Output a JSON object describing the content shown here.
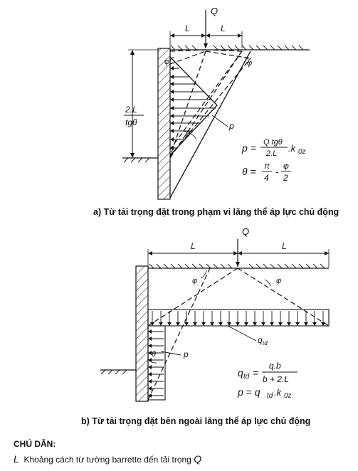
{
  "diagram_a": {
    "load": "Q",
    "dim_left": "L",
    "dim_right": "L",
    "height_num": "2.L",
    "height_den": "tgθ",
    "phi_left": "φ",
    "phi_right": "φ",
    "theta": "θ",
    "p_label": "p",
    "formula_p_lhs": "p =",
    "formula_p_num": "Q.tgθ",
    "formula_p_den": "2.L",
    "formula_p_tail": ".k",
    "formula_p_sub": "0z",
    "formula_theta_lhs": "θ =",
    "formula_theta_num1": "π",
    "formula_theta_den1": "4",
    "formula_theta_mid": "-",
    "formula_theta_num2": "φ",
    "formula_theta_den2": "2",
    "caption": "a) Từ tải trọng đặt trong phạm vi lăng thể áp lực chủ động"
  },
  "diagram_b": {
    "load": "Q",
    "dim_left": "L",
    "dim_right": "L",
    "phi_left": "φ",
    "phi_right": "φ",
    "theta": "θ",
    "p_label": "p",
    "qtd_label": "q",
    "qtd_sub": "td",
    "formula_q_lhs_main": "q",
    "formula_q_lhs_sub": "td",
    "formula_q_eq": "=",
    "formula_q_num": "q.b",
    "formula_q_den": "b + 2.L",
    "formula_p_lhs": "p = q",
    "formula_p_sub1": "td",
    "formula_p_mid": ".k",
    "formula_p_sub2": "0z",
    "caption": "b) Từ tải trọng đặt bên ngoài lăng thể áp lực chủ động"
  },
  "legend": {
    "heading": "CHÚ DẪN:",
    "symbol": "L",
    "text": "Khoảng cách từ tường barrette đến tải trọng",
    "symbol_end": "Q"
  }
}
